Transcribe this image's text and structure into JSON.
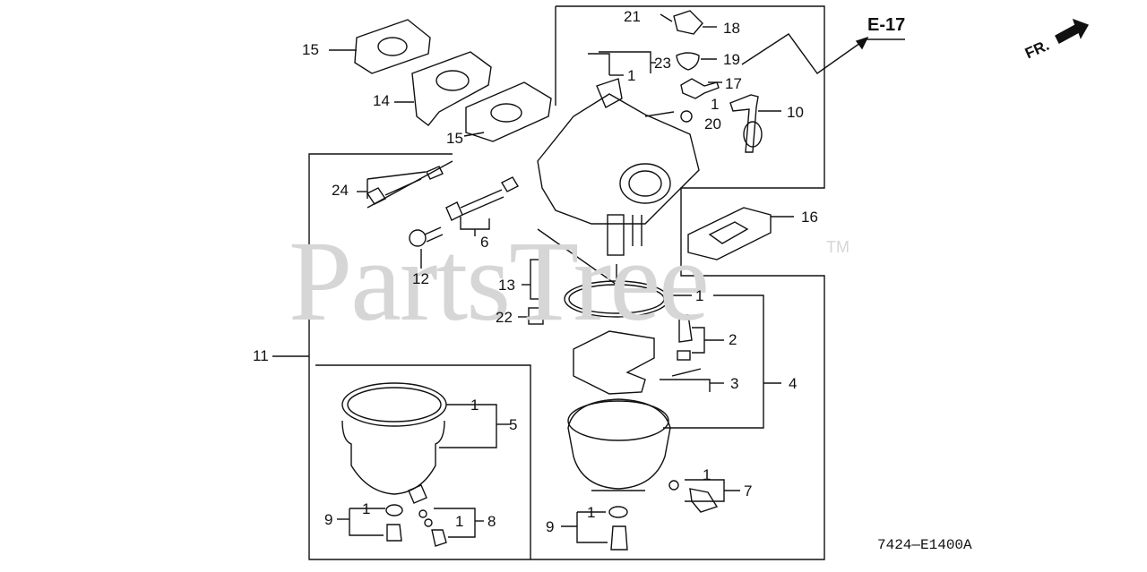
{
  "watermark": {
    "brand": "PartsTree",
    "trademark": "TM"
  },
  "reference": {
    "page_link": "E-17",
    "front_marker": "FR.",
    "diagram_code": "7424—E1400A"
  },
  "callouts": {
    "c1a": "1",
    "c1b": "1",
    "c1c": "1",
    "c1d": "1",
    "c1e": "1",
    "c1f": "1",
    "c1g": "1",
    "c1h": "1",
    "c2": "2",
    "c3": "3",
    "c4": "4",
    "c5": "5",
    "c6": "6",
    "c7": "7",
    "c8": "8",
    "c9a": "9",
    "c9b": "9",
    "c10": "10",
    "c11": "11",
    "c12": "12",
    "c13": "13",
    "c14": "14",
    "c15a": "15",
    "c15b": "15",
    "c16": "16",
    "c17": "17",
    "c18": "18",
    "c19": "19",
    "c20": "20",
    "c21": "21",
    "c22": "22",
    "c23": "23",
    "c24": "24"
  },
  "colors": {
    "ink": "#111111",
    "watermark": "#d6d6d6",
    "paper": "#ffffff"
  }
}
